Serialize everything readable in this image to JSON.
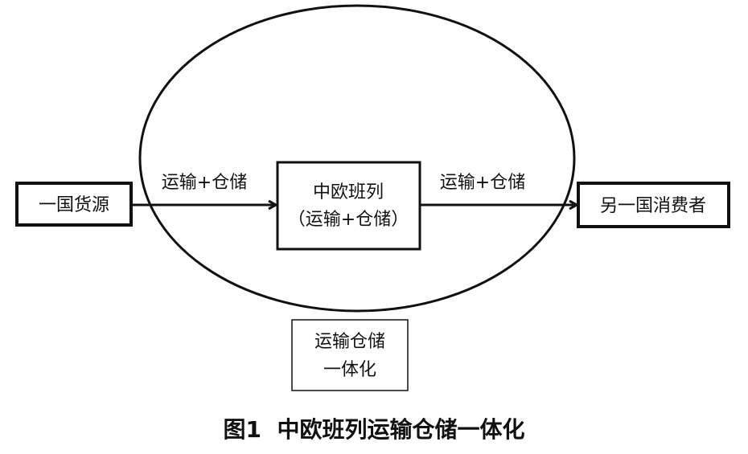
{
  "diagram": {
    "source_node": {
      "label": "一国货源"
    },
    "center_node": {
      "line1": "中欧班列",
      "line2": "（运输+仓储）"
    },
    "target_node": {
      "label": "另一国消费者"
    },
    "edge_left_label": "运输+仓储",
    "edge_right_label": "运输+仓储",
    "integration_box": {
      "line1": "运输仓储",
      "line2": "一体化"
    },
    "caption": "图1  中欧班列运输仓储一体化"
  },
  "colors": {
    "stroke": "#111111",
    "background": "#ffffff"
  }
}
